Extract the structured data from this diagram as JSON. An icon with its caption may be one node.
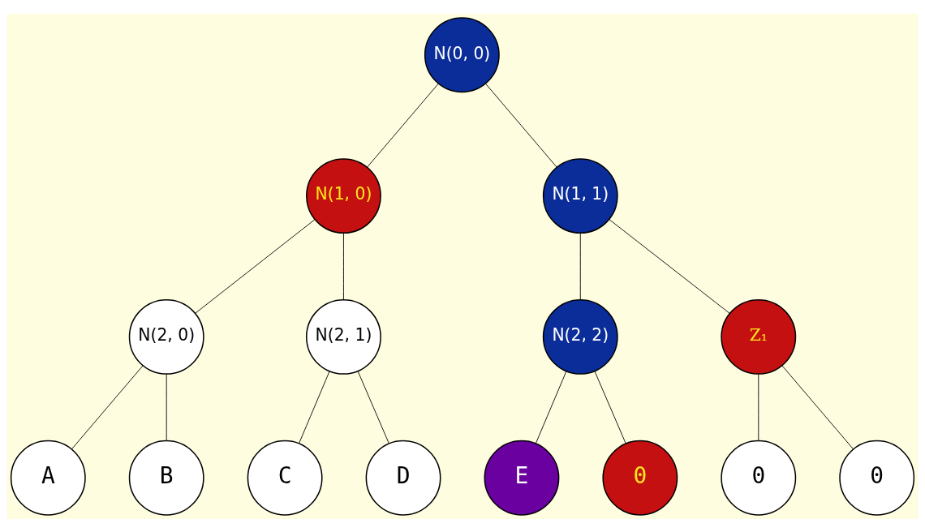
{
  "diagram": {
    "nodes": [
      {
        "text": [
          "N(0, 0)"
        ]
      },
      {
        "text": [
          "N(1, 0)"
        ]
      },
      {
        "text": [
          "N(1, 1)"
        ]
      },
      {
        "text": [
          "N(2, 0)"
        ]
      },
      {
        "text": [
          "N(2, 1)"
        ]
      },
      {
        "text": [
          "N(2, 2)"
        ]
      },
      {
        "text": [
          "Z₁"
        ]
      },
      {
        "text": [
          "A"
        ]
      },
      {
        "text": [
          "B"
        ]
      },
      {
        "text": [
          "C"
        ]
      },
      {
        "text": [
          "D"
        ]
      },
      {
        "text": [
          "E"
        ]
      },
      {
        "text": [
          "0"
        ]
      },
      {
        "text": [
          "0"
        ]
      },
      {
        "text": [
          "0"
        ]
      }
    ],
    "edges": [
      {
        "from": 0,
        "to": 1,
        "arrow": "none"
      },
      {
        "from": 0,
        "to": 2,
        "arrow": "none"
      },
      {
        "from": 1,
        "to": 3,
        "arrow": "none"
      },
      {
        "from": 1,
        "to": 4,
        "arrow": "none"
      },
      {
        "from": 2,
        "to": 5,
        "arrow": "none"
      },
      {
        "from": 2,
        "to": 6,
        "arrow": "none"
      },
      {
        "from": 3,
        "to": 7,
        "arrow": "none"
      },
      {
        "from": 3,
        "to": 8,
        "arrow": "none"
      },
      {
        "from": 4,
        "to": 9,
        "arrow": "none"
      },
      {
        "from": 4,
        "to": 10,
        "arrow": "none"
      },
      {
        "from": 5,
        "to": 11,
        "arrow": "none"
      },
      {
        "from": 5,
        "to": 12,
        "arrow": "none"
      },
      {
        "from": 6,
        "to": 13,
        "arrow": "none"
      },
      {
        "from": 6,
        "to": 14,
        "arrow": "none"
      }
    ]
  }
}
